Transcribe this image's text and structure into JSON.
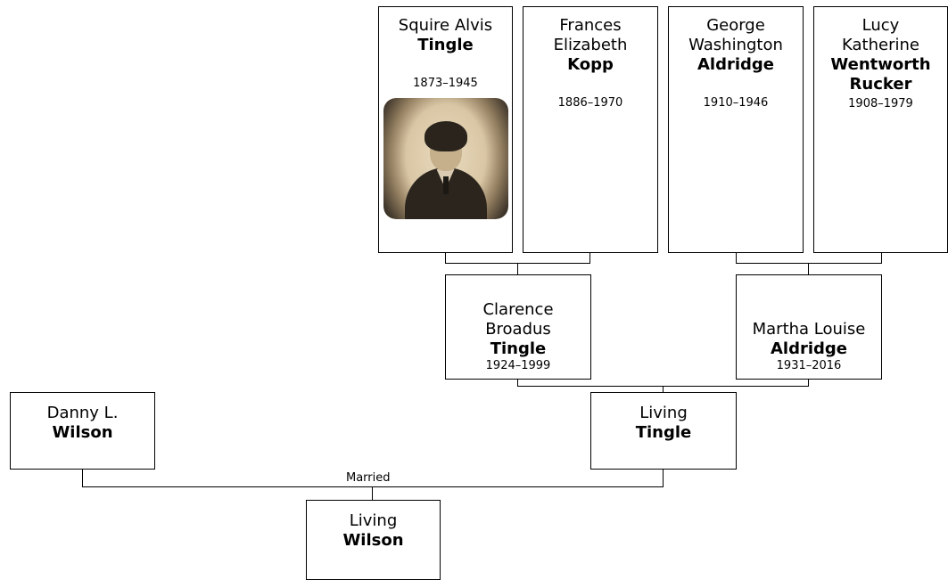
{
  "people": {
    "squire": {
      "given": "Squire Alvis",
      "surname": "Tingle",
      "dates": "1873–1945"
    },
    "frances": {
      "given": "Frances\nElizabeth",
      "surname": "Kopp",
      "dates": "1886–1970"
    },
    "george": {
      "given": "George\nWashington",
      "surname": "Aldridge",
      "dates": "1910–1946"
    },
    "lucy": {
      "given": "Lucy\nKatherine",
      "surname": "Wentworth\nRucker",
      "dates": "1908–1979"
    },
    "clarence": {
      "given": "Clarence\nBroadus",
      "surname": "Tingle",
      "dates": "1924–1999"
    },
    "martha": {
      "given": "Martha Louise",
      "surname": "Aldridge",
      "dates": "1931–2016"
    },
    "danny": {
      "given": "Danny L.",
      "surname": "Wilson"
    },
    "living_tingle": {
      "given": "Living",
      "surname": "Tingle"
    },
    "living_wilson": {
      "given": "Living",
      "surname": "Wilson"
    }
  },
  "relationship": {
    "married_label": "Married"
  },
  "photos": {
    "squire": {
      "icon": "portrait-photo",
      "tone": "sepia"
    }
  },
  "colors": {
    "lines": "#000000",
    "box_border": "#000000",
    "background": "#ffffff"
  }
}
